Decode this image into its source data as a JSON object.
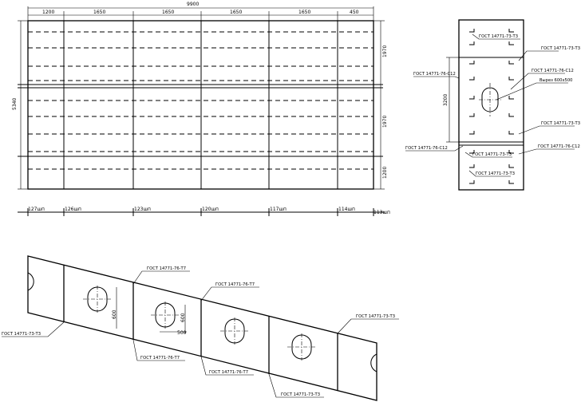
{
  "plan": {
    "total_width": "9900",
    "segments": [
      "1200",
      "1650",
      "1650",
      "1650",
      "1650",
      "450"
    ],
    "height_total": "5340",
    "right_dims": [
      "1970",
      "1970",
      "1200"
    ],
    "frames": [
      "127шп",
      "126шп",
      "123шп",
      "120шп",
      "117шп",
      "114шп",
      "113шп"
    ]
  },
  "section": {
    "labels": {
      "top": "ГОСТ 14771-73-Т3",
      "upper_right": "ГОСТ 14771-73-Т3",
      "left": "ГОСТ 14771-76-С12",
      "right_c12": "ГОСТ 14771-76-С12",
      "cutout": "Вырез 600х500",
      "mid_right": "ГОСТ 14771-73-Т3",
      "lower_right": "ГОСТ 14771-76-С12",
      "lower_left": "ГОСТ 14771-76-С12",
      "lower_mid": "ГОСТ 14771-73-Т3",
      "bottom": "ГОСТ 14771-73-Т3"
    },
    "dim_3200": "3200"
  },
  "iso": {
    "labels": {
      "t7_a": "ГОСТ 14771-76-Т7",
      "t7_b": "ГОСТ 14771-76-Т7",
      "t3_right": "ГОСТ 14771-73-Т3",
      "t3_left": "ГОСТ 14771-73-Т3",
      "t7_c": "ГОСТ 14771-76-Т7",
      "t7_d": "ГОСТ 14771-76-Т7",
      "t3_bottom": "ГОСТ 14771-73-Т3"
    },
    "dim_600_a": "600",
    "dim_600_b": "600",
    "dim_500": "500"
  }
}
